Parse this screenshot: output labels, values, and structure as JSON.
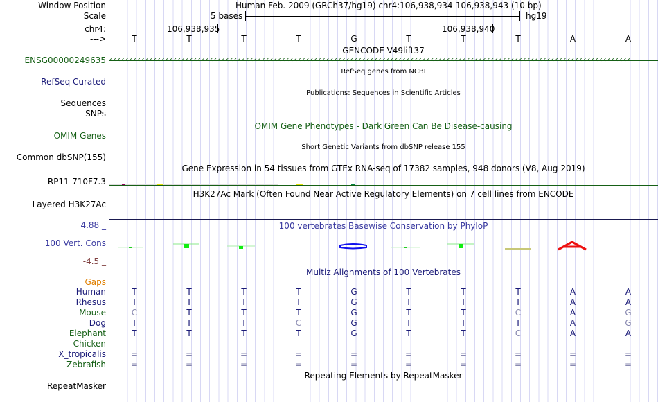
{
  "header": {
    "window_position_label": "Window Position",
    "scale_label": "Scale",
    "chr_label": "chr4:",
    "strand_label": "--->",
    "assembly": "Human Feb. 2009 (GRCh37/hg19)   chr4:106,938,934-106,938,943 (10 bp)",
    "scale_text": "5 bases",
    "scale_db": "hg19",
    "pos1": "106,938,935",
    "pos2": "106,938,940"
  },
  "bases": [
    "T",
    "T",
    "T",
    "T",
    "G",
    "T",
    "T",
    "T",
    "A",
    "A"
  ],
  "tracks": {
    "gencode_title": "GENCODE V49lift37",
    "gencode_label": "ENSG00000249635",
    "refseq_title": "RefSeq genes from NCBI",
    "refseq_label": "RefSeq Curated",
    "pubs_title": "Publications: Sequences in Scientific Articles",
    "pubs_label1": "Sequences",
    "pubs_label2": "SNPs",
    "omim_title": "OMIM Gene Phenotypes - Dark Green Can Be Disease-causing",
    "omim_label": "OMIM Genes",
    "snp_title": "Short Genetic Variants from dbSNP release 155",
    "snp_label": "Common dbSNP(155)",
    "gtex_title": "Gene Expression in 54 tissues from GTEx RNA-seq of 17382 samples, 948 donors (V8, Aug 2019)",
    "gtex_label": "RP11-710F7.3",
    "h3k_title": "H3K27Ac Mark (Often Found Near Active Regulatory Elements) on 7 cell lines from ENCODE",
    "h3k_label": "Layered H3K27Ac",
    "phylop_title": "100 vertebrates Basewise Conservation by PhyloP",
    "phylop_label": "100 Vert. Cons",
    "phylop_max": "4.88 _",
    "phylop_min": "-4.5 _",
    "multiz_title": "Multiz Alignments of 100 Vertebrates",
    "gaps_label": "Gaps",
    "rmsk_title": "Repeating Elements by RepeatMasker",
    "rmsk_label": "RepeatMasker"
  },
  "species": [
    {
      "name": "Human",
      "color": "#1a1a78",
      "bases": [
        "T",
        "T",
        "T",
        "T",
        "G",
        "T",
        "T",
        "T",
        "A",
        "A"
      ],
      "dim": []
    },
    {
      "name": "Rhesus",
      "color": "#1a1a78",
      "bases": [
        "T",
        "T",
        "T",
        "T",
        "G",
        "T",
        "T",
        "T",
        "A",
        "A"
      ],
      "dim": []
    },
    {
      "name": "Mouse",
      "color": "#166016",
      "bases": [
        "C",
        "T",
        "T",
        "T",
        "G",
        "T",
        "T",
        "C",
        "A",
        "G"
      ],
      "dim": [
        0,
        7,
        9
      ]
    },
    {
      "name": "Dog",
      "color": "#1a1a78",
      "bases": [
        "T",
        "T",
        "T",
        "C",
        "G",
        "T",
        "T",
        "T",
        "A",
        "G"
      ],
      "dim": [
        3,
        9
      ]
    },
    {
      "name": "Elephant",
      "color": "#166016",
      "bases": [
        "T",
        "T",
        "T",
        "T",
        "G",
        "T",
        "T",
        "C",
        "A",
        "A"
      ],
      "dim": [
        7
      ]
    },
    {
      "name": "Chicken",
      "color": "#166016",
      "bases": [
        "",
        "",
        "",
        "",
        "",
        "",
        "",
        "",
        "",
        ""
      ],
      "dim": []
    },
    {
      "name": "X_tropicalis",
      "color": "#1a1a78",
      "bases": [
        "=",
        "=",
        "=",
        "=",
        "=",
        "=",
        "=",
        "=",
        "=",
        "="
      ],
      "dim": [
        0,
        1,
        2,
        3,
        4,
        5,
        6,
        7,
        8,
        9
      ]
    },
    {
      "name": "Zebrafish",
      "color": "#166016",
      "bases": [
        "=",
        "=",
        "=",
        "=",
        "=",
        "=",
        "=",
        "=",
        "=",
        "="
      ],
      "dim": [
        0,
        1,
        2,
        3,
        4,
        5,
        6,
        7,
        8,
        9
      ]
    }
  ],
  "colors": {
    "accent_green": "#166016",
    "navy": "#1a1a78",
    "gaps": "#e08000",
    "dim": "#8888b0"
  }
}
